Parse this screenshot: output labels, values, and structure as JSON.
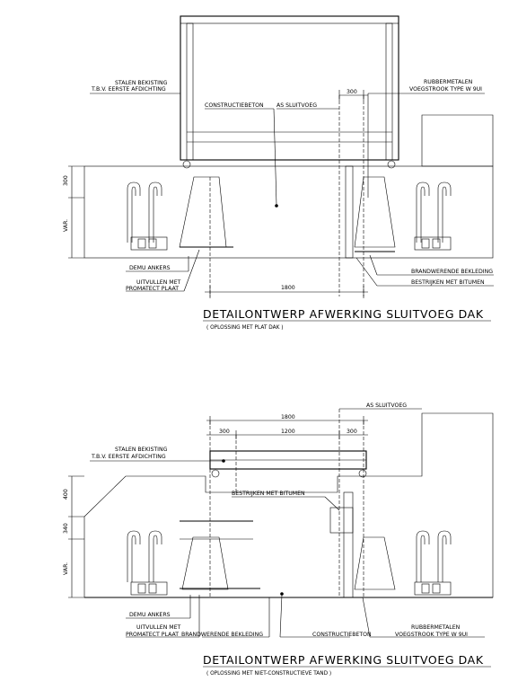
{
  "detail1": {
    "title": "DETAILONTWERP  AFWERKING  SLUITVOEG  DAK",
    "subtitle": "( OPLOSSING MET PLAT DAK )",
    "labels": {
      "formwork_1": "STALEN BEKISTING",
      "formwork_2": "T.B.V. EERSTE AFDICHTING",
      "concrete": "CONSTRUCTIEBETON",
      "axis": "AS SLUITVOEG",
      "rubber_1": "RUBBERMETALEN",
      "rubber_2": "VOEGSTROOK TYPE W 9UI",
      "anchors": "DEMU ANKERS",
      "fill_1": "UITVULLEN MET",
      "fill_2": "PROMATECT PLAAT",
      "fireproof": "BRANDWERENDE BEKLEDING",
      "bitumen": "BESTRIJKEN MET BITUMEN"
    },
    "dims": {
      "d300_top": "300",
      "d300_side": "300",
      "var": "VAR.",
      "d1800": "1800"
    }
  },
  "detail2": {
    "title": "DETAILONTWERP  AFWERKING  SLUITVOEG  DAK",
    "subtitle": "( OPLOSSING MET NIET-CONSTRUCTIEVE TAND )",
    "labels": {
      "axis": "AS SLUITVOEG",
      "formwork_1": "STALEN BEKISTING",
      "formwork_2": "T.B.V. EERSTE AFDICHTING",
      "bitumen": "BESTRIJKEN MET BITUMEN",
      "anchors": "DEMU ANKERS",
      "fill_1": "UITVULLEN MET",
      "fill_2": "PROMATECT PLAAT",
      "fireproof": "BRANDWERENDE BEKLEDING",
      "concrete": "CONSTRUCTIEBETON",
      "rubber_1": "RUBBERMETALEN",
      "rubber_2": "VOEGSTROOK TYPE W 9UI"
    },
    "dims": {
      "d1800": "1800",
      "d300_l": "300",
      "d1200": "1200",
      "d300_r": "300",
      "d400": "400",
      "d340": "340",
      "var": "VAR."
    }
  }
}
